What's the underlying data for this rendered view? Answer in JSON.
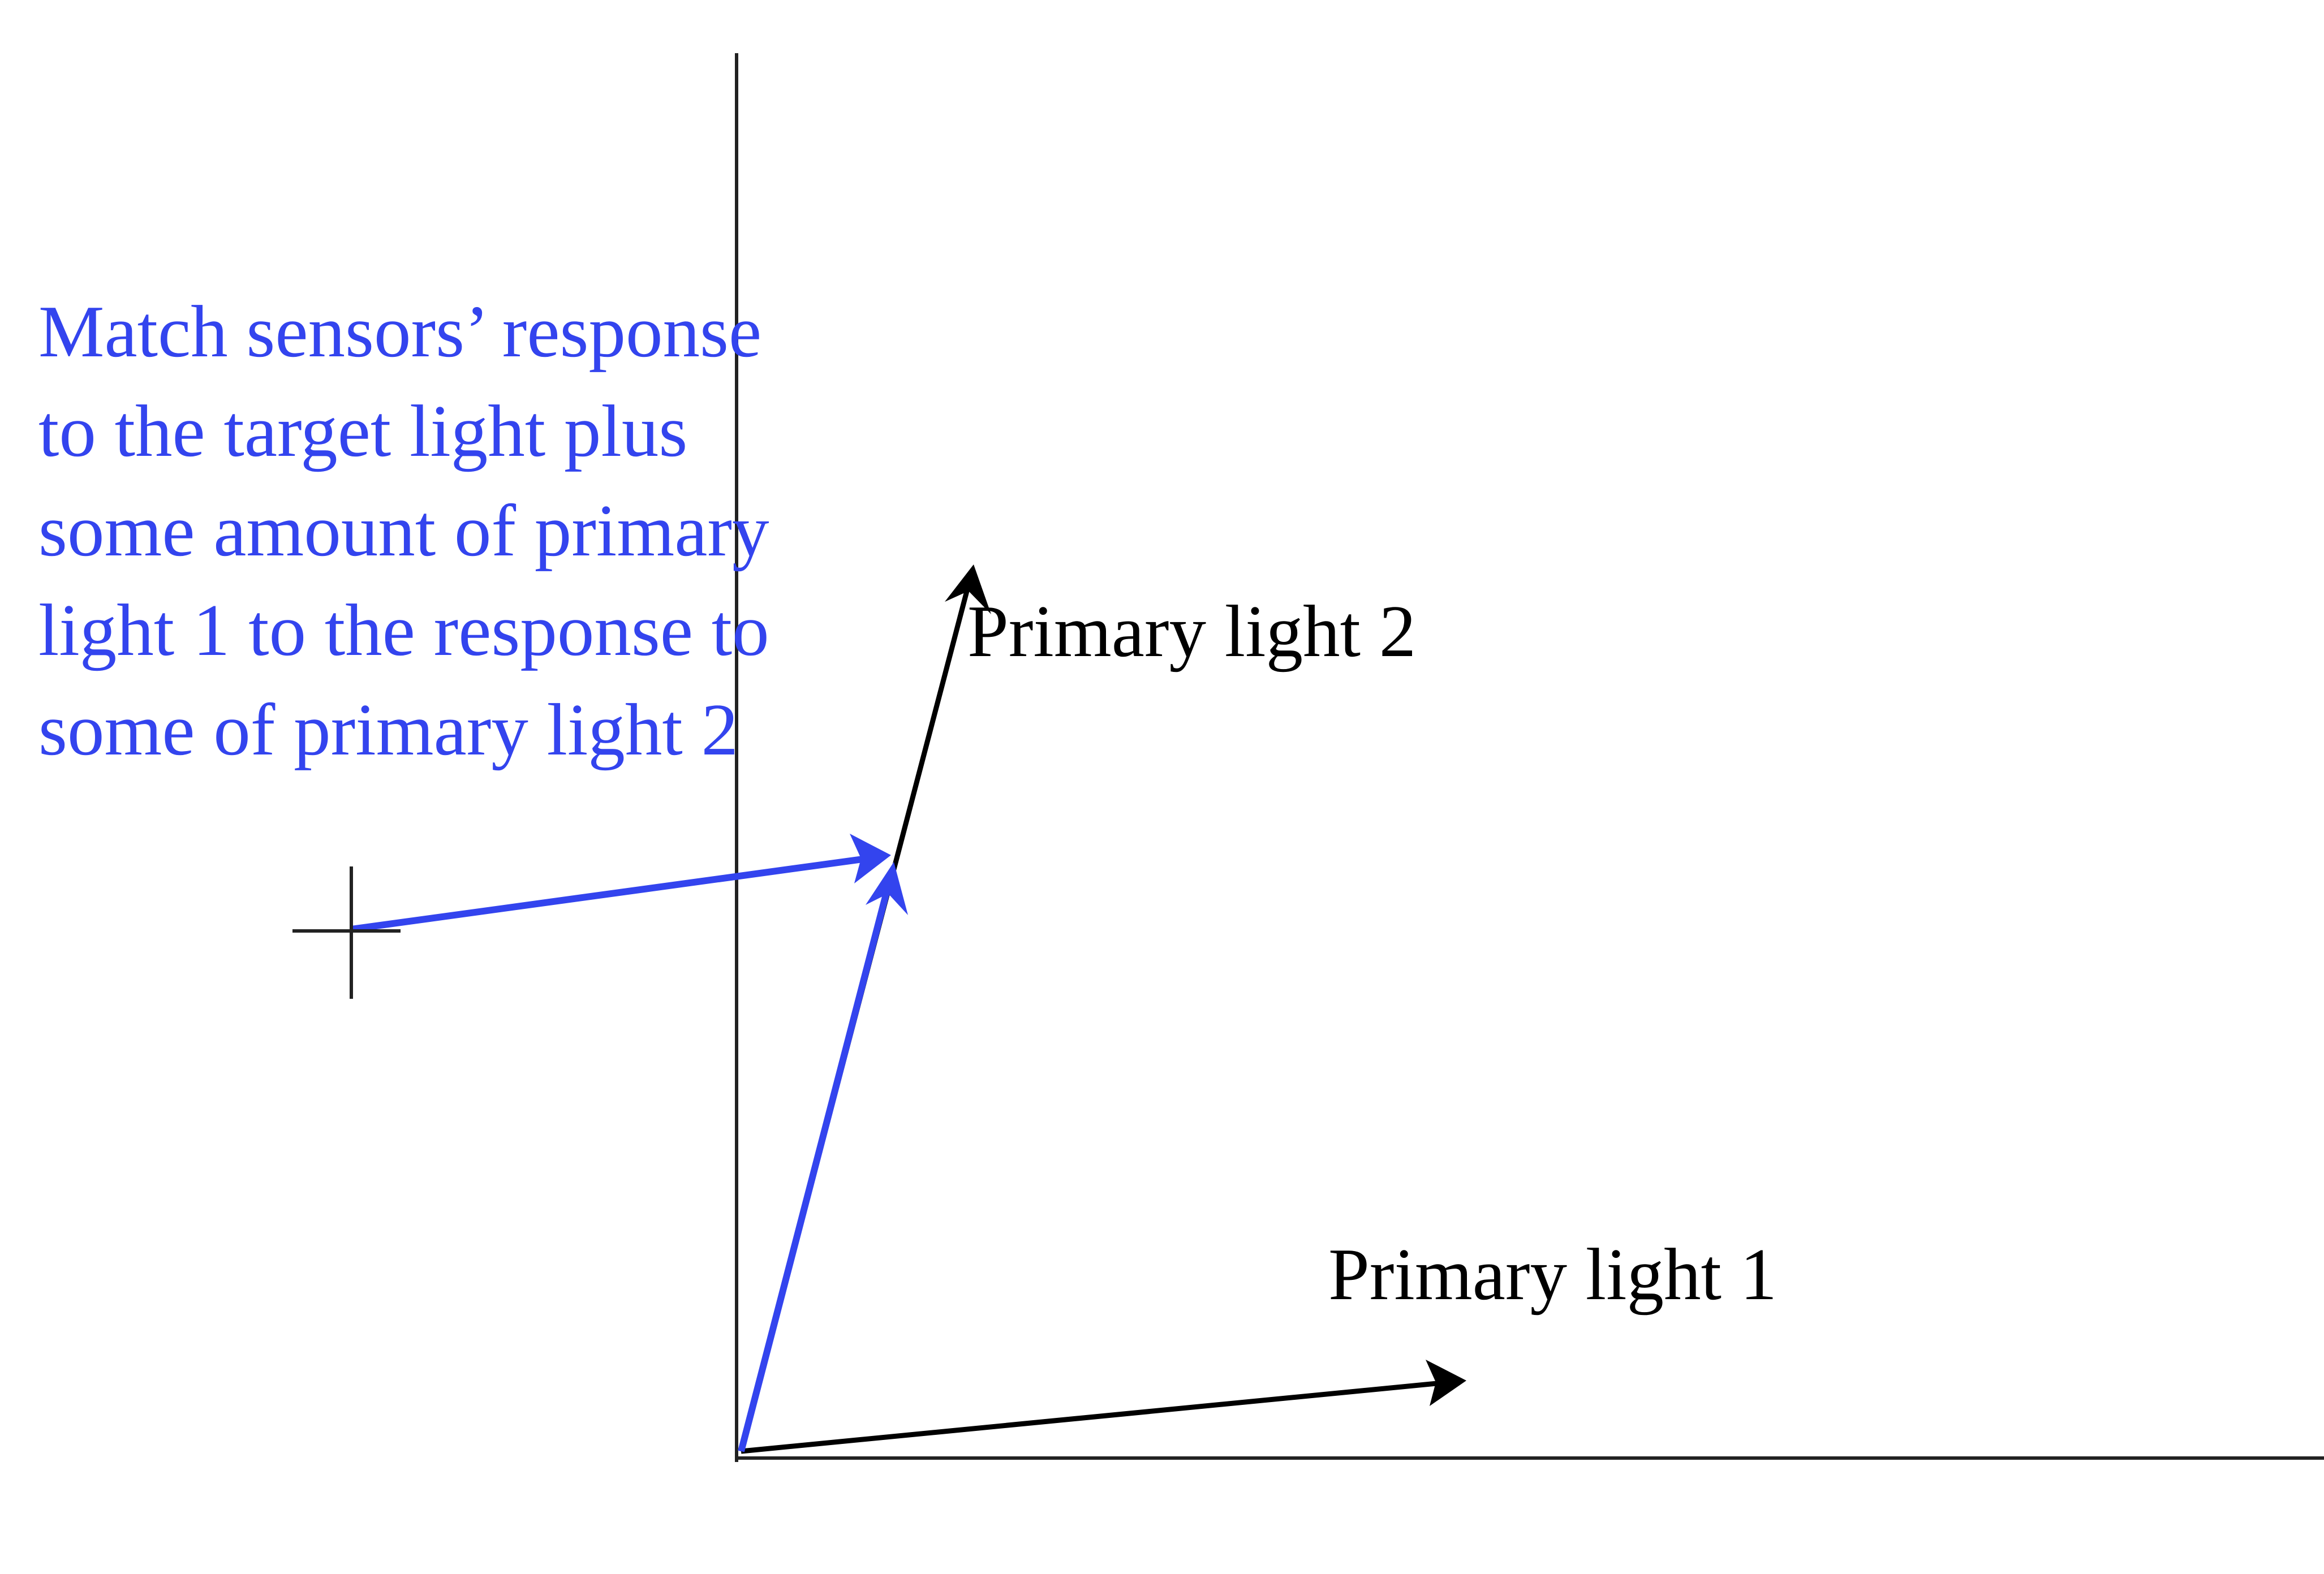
{
  "diagram": {
    "annotation_lines": [
      "Match sensors’ response",
      "to the target light plus",
      "some amount of primary",
      "light 1 to the response to",
      "some of primary light 2"
    ],
    "primary_light_1_label": "Primary light 1",
    "primary_light_2_label": "Primary light 2",
    "colors": {
      "annotation": "#3344ee",
      "match_vectors": "#3344ee",
      "axes": "#222222",
      "primary_vectors": "#000000",
      "labels": "#000000"
    }
  }
}
